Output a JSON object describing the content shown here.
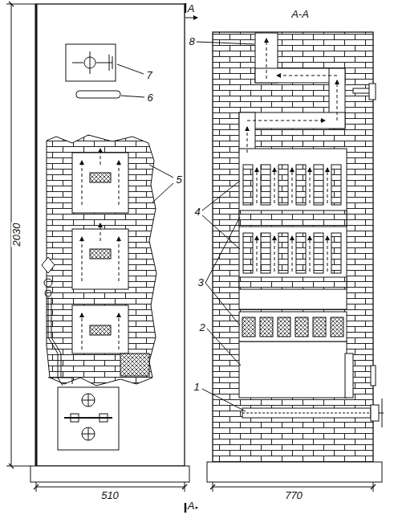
{
  "diagram": {
    "labels": [
      "A",
      "A-A",
      "7",
      "8",
      "6",
      "5",
      "4",
      "2030",
      "3",
      "2",
      "1",
      "510",
      "770",
      "A"
    ]
  }
}
